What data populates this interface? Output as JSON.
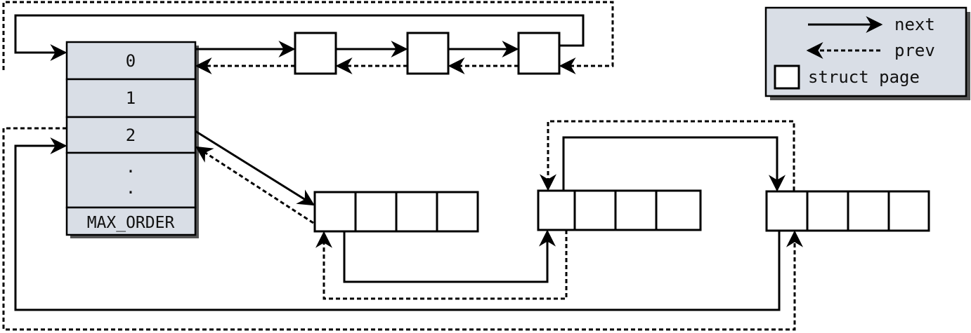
{
  "free_area": {
    "slots": [
      {
        "label": "0"
      },
      {
        "label": "1"
      },
      {
        "label": "2"
      },
      {
        "label": "."
      },
      {
        "label": "."
      },
      {
        "label": "MAX_ORDER"
      }
    ]
  },
  "legend": {
    "next_label": "next",
    "prev_label": "prev",
    "page_label": "struct page"
  },
  "colors": {
    "array_fill": "#d9dee6",
    "legend_fill": "#d9dee6",
    "line": "#000000"
  }
}
